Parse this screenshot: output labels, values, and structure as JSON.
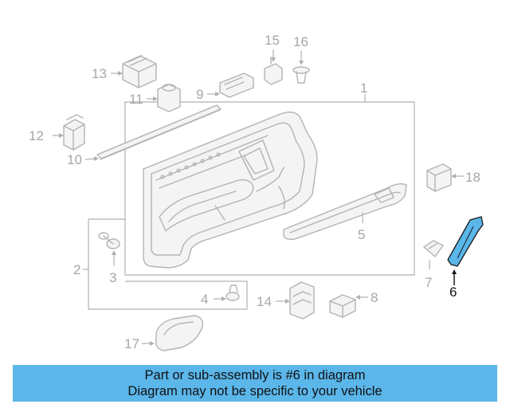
{
  "callouts": {
    "c1": "1",
    "c2": "2",
    "c3": "3",
    "c4": "4",
    "c5": "5",
    "c6": "6",
    "c7": "7",
    "c8": "8",
    "c9": "9",
    "c10": "10",
    "c11": "11",
    "c12": "12",
    "c13": "13",
    "c14": "14",
    "c15": "15",
    "c16": "16",
    "c17": "17",
    "c18": "18"
  },
  "highlight": {
    "part_number": "6",
    "color": "#5bb6ea"
  },
  "banner": {
    "line1": "Part or sub-assembly is #6 in diagram",
    "line2": "Diagram may not be specific to your vehicle",
    "color": "#5bb6ea"
  }
}
